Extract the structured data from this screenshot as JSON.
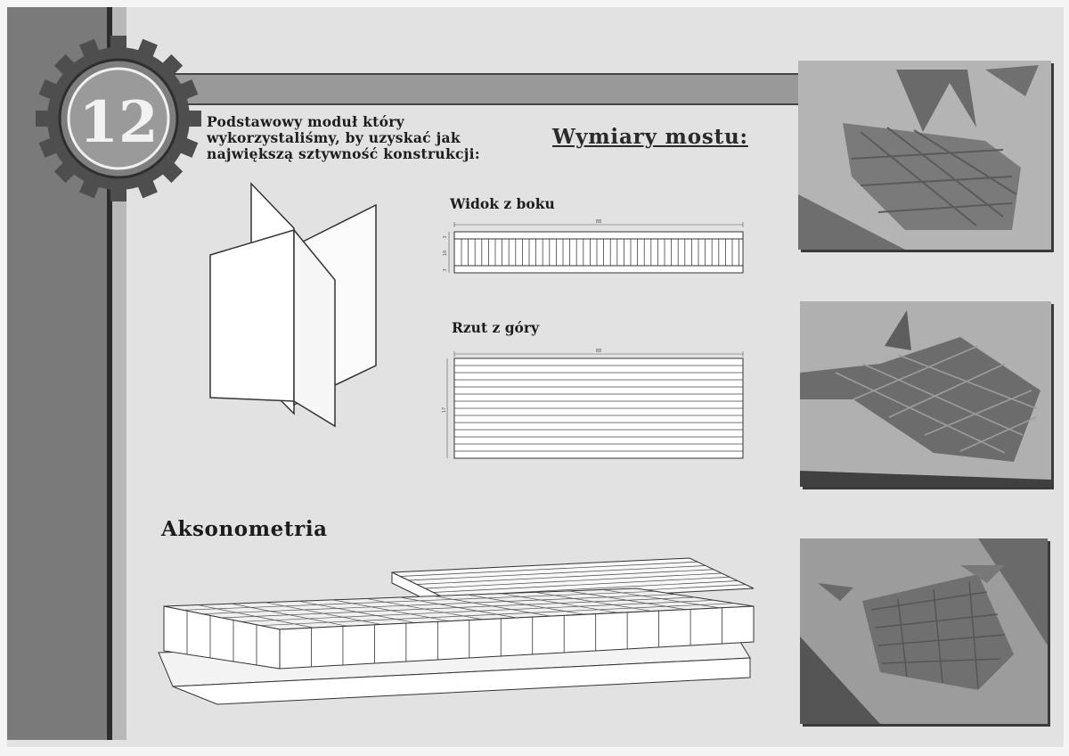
{
  "badge": {
    "number": "12"
  },
  "intro": {
    "lines": [
      "Podstawowy moduł który",
      "wykorzystaliśmy, by uzyskać jak",
      "największą sztywność konstrukcji:"
    ]
  },
  "dimensions": {
    "title": "Wymiary mostu:",
    "side_view": {
      "title": "Widok z boku",
      "length": "88",
      "heights": [
        "3",
        "10",
        "3"
      ]
    },
    "top_view": {
      "title": "Rzut z góry",
      "length": "88",
      "width": "17"
    }
  },
  "axonometry": {
    "title": "Aksonometria"
  },
  "colors": {
    "page_bg": "#e2e2e2",
    "sidebar": "#7a7a7a",
    "band": "#999999",
    "badge_ring": "#7e7e7e",
    "badge_inner": "#9a9a9a",
    "text": "#1d1d1d"
  }
}
